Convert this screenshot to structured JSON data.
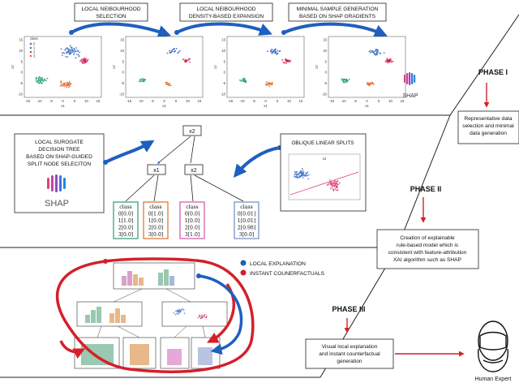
{
  "phases": {
    "phase1": "PHASE I",
    "phase2": "PHASE II",
    "phase3": "PHASE III"
  },
  "right_boxes": {
    "box1": [
      "Representative data",
      "selection and minimal",
      "data generation"
    ],
    "box2": [
      "Creation of explainable",
      "rule-based model which is",
      "consistent with feature-attribution",
      "XAI algorithm such as SHAP"
    ],
    "box3": [
      "Visual local explanation",
      "and instant counterfactual",
      "generation"
    ]
  },
  "human_expert": "Human Expert",
  "top_labels": {
    "a": [
      "LOCAL NEIBOURHOOD",
      "SELECTION"
    ],
    "b": [
      "LOCAL NEIBOURHOOD",
      "DENSITY-BASED EXPANSION"
    ],
    "c": [
      "MINIMAL SAMPLE GENERATION",
      "BASED ON SHAP GRADIENTS"
    ]
  },
  "scatter_legend": {
    "title": "class",
    "items": [
      "0",
      "1",
      "2",
      "3"
    ]
  },
  "axis": {
    "xlabel": "x1",
    "ylabel": "x2",
    "xticks": [
      "-15",
      "-10",
      "-5",
      "0",
      "5",
      "10",
      "15"
    ],
    "yticks": [
      "15",
      "10",
      "5",
      "0",
      "-5",
      "-10"
    ]
  },
  "shap_label": "SHAP",
  "tree_panel": {
    "left_text": [
      "LOCAL SUROGATE",
      "DECISION TREE",
      "BASED ON SHAP-GUIDED",
      "SPLIT NODE SELECITON"
    ],
    "root": "x2",
    "node_left": "x1",
    "node_right": "x2",
    "oblique_title": "OBLIQUE LINEAR SPLITS",
    "oblique_plot_title": "x2",
    "leaves": [
      [
        "class",
        "0[0.0]",
        "1[1.0]",
        "2[0.0]",
        "3[0.0]"
      ],
      [
        "class",
        "0[1.0]",
        "1[0.0]",
        "2[0.0]",
        "3[0.0]"
      ],
      [
        "class",
        "0[0.0]",
        "1[0.0]",
        "2[0.0]",
        "3[1.0]"
      ],
      [
        "class",
        "0[0.01]",
        "1[0.01]",
        "2[0.98]",
        "3[0.0]"
      ]
    ]
  },
  "bottom_legend": {
    "local": "LOCAL EXPLANATION",
    "instant": "INSTANT COUNERFACTUALS"
  },
  "colors": {
    "blue_arrow": "#1f5fbf",
    "red_arrow": "#d4202a",
    "class0": "#4a78c8",
    "class1": "#3aa37a",
    "class2": "#e0407a",
    "class3": "#e3753a",
    "leaf0": "#3aa37a",
    "leaf1": "#e3753a",
    "leaf2": "#d45fb0",
    "leaf3": "#7a95c0"
  }
}
